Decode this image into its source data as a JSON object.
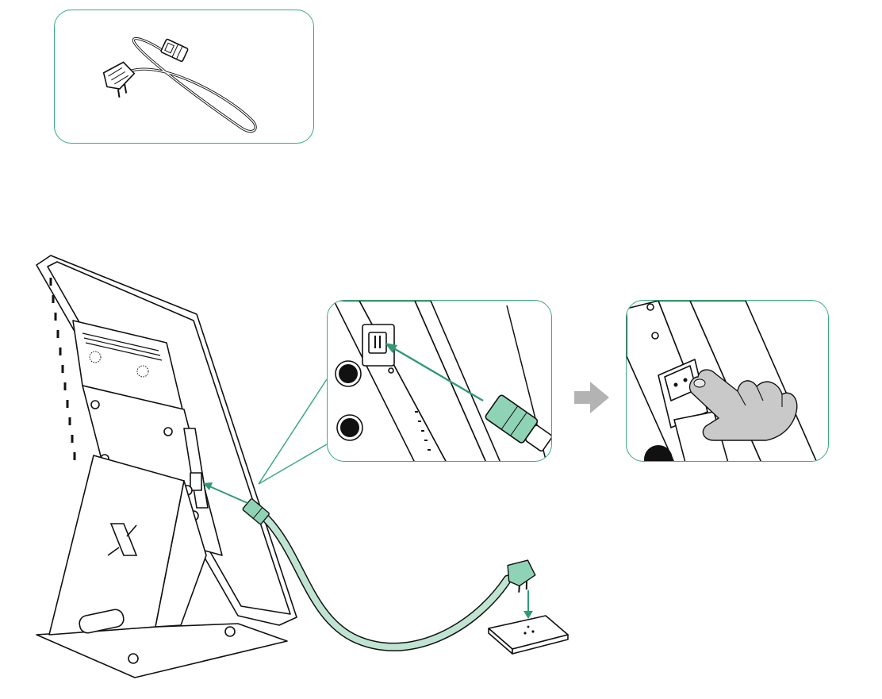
{
  "colors": {
    "accent": "#3aaa7e",
    "arrow_green": "#2f9a73",
    "cable_fill": "#bfe4d2",
    "plug_fill": "#8fd3b6",
    "step_arrow": "#b3b3b3",
    "hand": "#c9c9c9"
  },
  "icons": {
    "cable": "power-cord-icon",
    "step_arrow": "right-arrow-icon",
    "hand": "hand-pressing-icon"
  },
  "sections": [
    {
      "name": "included-power-cord",
      "shows": "power-cord-icon"
    },
    {
      "name": "connect-cable-to-socket",
      "shows": "plug-insert-detail"
    },
    {
      "name": "press-power-switch",
      "shows": "hand-pressing-icon"
    }
  ]
}
